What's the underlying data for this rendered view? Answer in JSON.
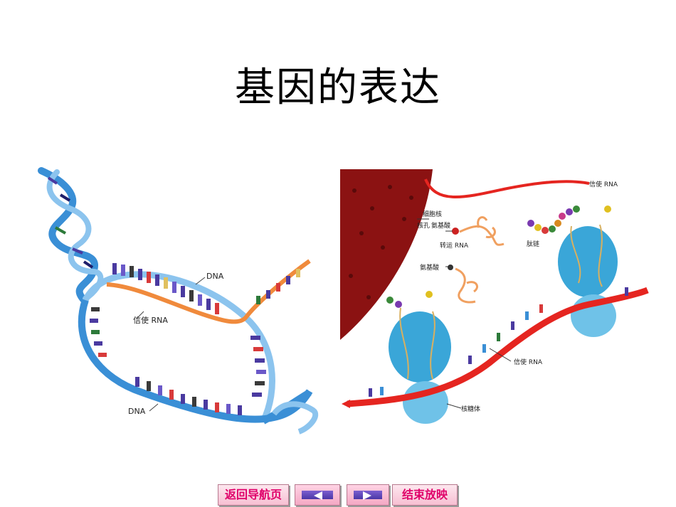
{
  "title": "基因的表达",
  "left_figure": {
    "label_dna_top": "DNA",
    "label_mrna": "信使 RNA",
    "label_dna_bottom": "DNA"
  },
  "right_figure": {
    "label_mrna_top": "信使 RNA",
    "label_nucleus": "细胞核",
    "label_nuclear_pore": "核孔",
    "label_amino_acid_1": "氨基酸",
    "label_trna": "转运 RNA",
    "label_peptide": "肽链",
    "label_amino_acid_2": "氨基酸",
    "label_mrna_bottom": "信使 RNA",
    "label_ribosome": "核糖体"
  },
  "nav": {
    "back_label": "返回导航页",
    "end_label": "结束放映"
  },
  "colors": {
    "dna_strand": "#3a8fd6",
    "mrna_left": "#f08a3c",
    "mrna_right": "#e52520",
    "ribosome": "#3aa6d8",
    "nucleus": "#8b1212",
    "nav_text": "#e0006a"
  }
}
